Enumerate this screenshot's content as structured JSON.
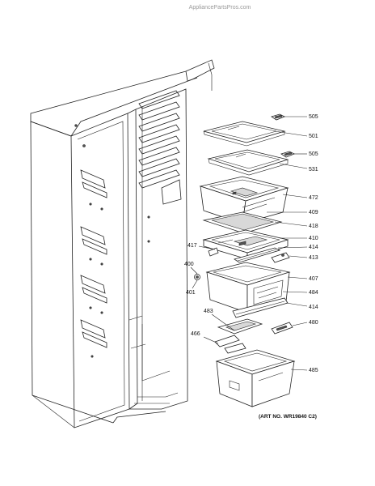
{
  "watermark": "AppliancePartsPros.com",
  "art_number": "(ART NO. WR19840 C2)",
  "callouts": {
    "p505a": "505",
    "p501": "501",
    "p505b": "505",
    "p531": "531",
    "p472": "472",
    "p409": "409",
    "p418": "418",
    "p410": "410",
    "p417": "417",
    "p414a": "414",
    "p413": "413",
    "p400": "400",
    "p401": "401",
    "p407": "407",
    "p484": "484",
    "p414b": "414",
    "p483": "483",
    "p480": "480",
    "p466": "466",
    "p485": "485"
  }
}
